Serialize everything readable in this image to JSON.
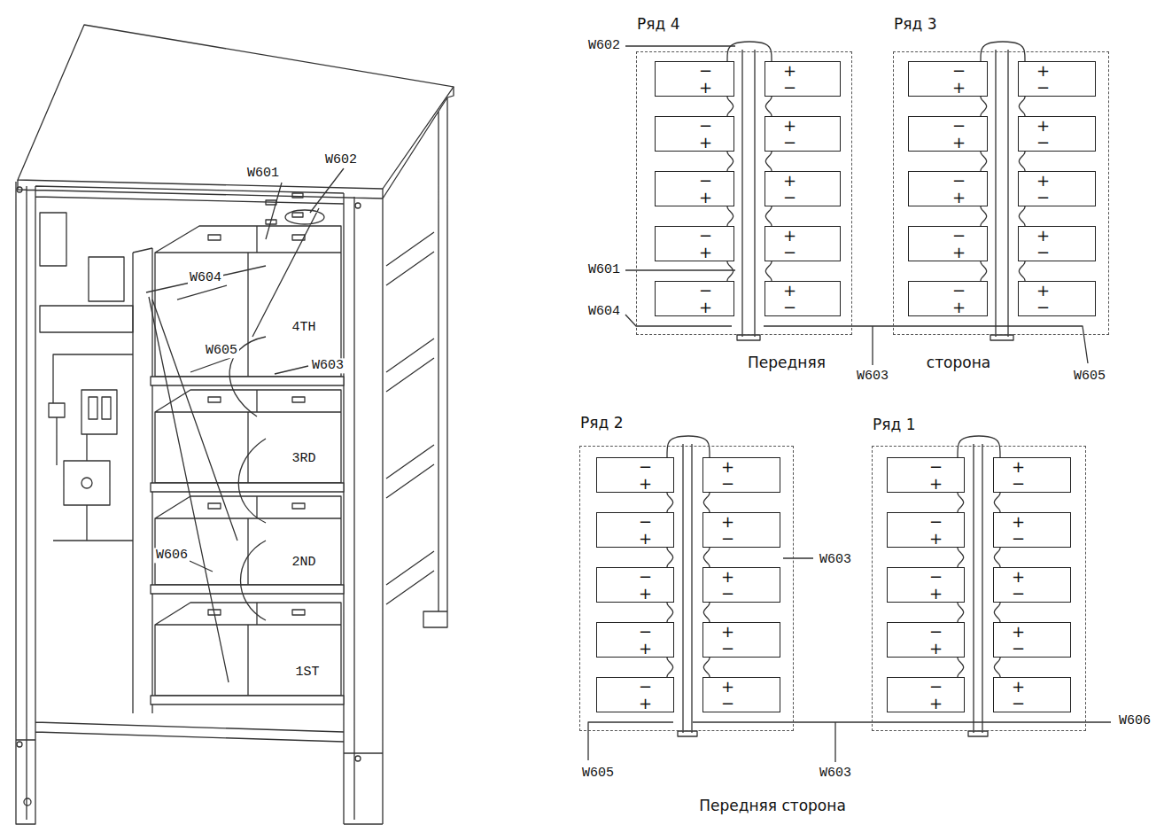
{
  "diagram": {
    "nodes": [
      {
        "text": [
          "Ряд 4"
        ]
      },
      {
        "text": [
          "−",
          "+"
        ],
        "in": 0
      },
      {
        "text": [
          "+",
          "−"
        ],
        "in": 0
      },
      {
        "text": [
          "−",
          "+"
        ],
        "in": 0
      },
      {
        "text": [
          "+",
          "−"
        ],
        "in": 0
      },
      {
        "text": [
          "−",
          "+"
        ],
        "in": 0
      },
      {
        "text": [
          "+",
          "−"
        ],
        "in": 0
      },
      {
        "text": [
          "−",
          "+"
        ],
        "in": 0
      },
      {
        "text": [
          "+",
          "−"
        ],
        "in": 0
      },
      {
        "text": [
          "−",
          "+"
        ],
        "in": 0
      },
      {
        "text": [
          "+",
          "−"
        ],
        "in": 0
      },
      {
        "text": [
          "Ряд 3"
        ]
      },
      {
        "text": [
          "−",
          "+"
        ],
        "in": 11
      },
      {
        "text": [
          "+",
          "−"
        ],
        "in": 11
      },
      {
        "text": [
          "−",
          "+"
        ],
        "in": 11
      },
      {
        "text": [
          "+",
          "−"
        ],
        "in": 11
      },
      {
        "text": [
          "−",
          "+"
        ],
        "in": 11
      },
      {
        "text": [
          "+",
          "−"
        ],
        "in": 11
      },
      {
        "text": [
          "−",
          "+"
        ],
        "in": 11
      },
      {
        "text": [
          "+",
          "−"
        ],
        "in": 11
      },
      {
        "text": [
          "−",
          "+"
        ],
        "in": 11
      },
      {
        "text": [
          "+",
          "−"
        ],
        "in": 11
      },
      {
        "text": [
          "Ряд 2"
        ]
      },
      {
        "text": [
          "−",
          "+"
        ],
        "in": 22
      },
      {
        "text": [
          "+",
          "−"
        ],
        "in": 22
      },
      {
        "text": [
          "−",
          "+"
        ],
        "in": 22
      },
      {
        "text": [
          "+",
          "−"
        ],
        "in": 22
      },
      {
        "text": [
          "−",
          "+"
        ],
        "in": 22
      },
      {
        "text": [
          "+",
          "−"
        ],
        "in": 22
      },
      {
        "text": [
          "−",
          "+"
        ],
        "in": 22
      },
      {
        "text": [
          "+",
          "−"
        ],
        "in": 22
      },
      {
        "text": [
          "−",
          "+"
        ],
        "in": 22
      },
      {
        "text": [
          "+",
          "−"
        ],
        "in": 22
      },
      {
        "text": [
          "Ряд 1"
        ]
      },
      {
        "text": [
          "−",
          "+"
        ],
        "in": 33
      },
      {
        "text": [
          "+",
          "−"
        ],
        "in": 33
      },
      {
        "text": [
          "−",
          "+"
        ],
        "in": 33
      },
      {
        "text": [
          "+",
          "−"
        ],
        "in": 33
      },
      {
        "text": [
          "−",
          "+"
        ],
        "in": 33
      },
      {
        "text": [
          "+",
          "−"
        ],
        "in": 33
      },
      {
        "text": [
          "−",
          "+"
        ],
        "in": 33
      },
      {
        "text": [
          "+",
          "−"
        ],
        "in": 33
      },
      {
        "text": [
          "−",
          "+"
        ],
        "in": 33
      },
      {
        "text": [
          "+",
          "−"
        ],
        "in": 33
      }
    ],
    "edges": [
      {
        "from": 1,
        "to": 2,
        "arrow": "none"
      },
      {
        "from": 1,
        "to": 3,
        "arrow": "none"
      },
      {
        "from": 3,
        "to": 5,
        "arrow": "none"
      },
      {
        "from": 5,
        "to": 7,
        "arrow": "none"
      },
      {
        "from": 7,
        "to": 9,
        "arrow": "none"
      },
      {
        "from": 2,
        "to": 4,
        "arrow": "none"
      },
      {
        "from": 4,
        "to": 6,
        "arrow": "none"
      },
      {
        "from": 6,
        "to": 8,
        "arrow": "none"
      },
      {
        "from": 8,
        "to": 10,
        "arrow": "none"
      },
      {
        "from": 12,
        "to": 13,
        "arrow": "none"
      },
      {
        "from": 12,
        "to": 14,
        "arrow": "none"
      },
      {
        "from": 14,
        "to": 16,
        "arrow": "none"
      },
      {
        "from": 16,
        "to": 18,
        "arrow": "none"
      },
      {
        "from": 18,
        "to": 20,
        "arrow": "none"
      },
      {
        "from": 13,
        "to": 15,
        "arrow": "none"
      },
      {
        "from": 15,
        "to": 17,
        "arrow": "none"
      },
      {
        "from": 17,
        "to": 19,
        "arrow": "none"
      },
      {
        "from": 19,
        "to": 21,
        "arrow": "none"
      },
      {
        "from": 23,
        "to": 24,
        "arrow": "none"
      },
      {
        "from": 23,
        "to": 25,
        "arrow": "none"
      },
      {
        "from": 25,
        "to": 27,
        "arrow": "none"
      },
      {
        "from": 27,
        "to": 29,
        "arrow": "none"
      },
      {
        "from": 29,
        "to": 31,
        "arrow": "none"
      },
      {
        "from": 24,
        "to": 26,
        "arrow": "none"
      },
      {
        "from": 26,
        "to": 28,
        "arrow": "none"
      },
      {
        "from": 28,
        "to": 30,
        "arrow": "none"
      },
      {
        "from": 30,
        "to": 32,
        "arrow": "none"
      },
      {
        "from": 34,
        "to": 35,
        "arrow": "none"
      },
      {
        "from": 34,
        "to": 36,
        "arrow": "none"
      },
      {
        "from": 36,
        "to": 38,
        "arrow": "none"
      },
      {
        "from": 38,
        "to": 40,
        "arrow": "none"
      },
      {
        "from": 40,
        "to": 42,
        "arrow": "none"
      },
      {
        "from": 35,
        "to": 37,
        "arrow": "none"
      },
      {
        "from": 37,
        "to": 39,
        "arrow": "none"
      },
      {
        "from": 39,
        "to": 41,
        "arrow": "none"
      },
      {
        "from": 41,
        "to": 43,
        "arrow": "none"
      }
    ],
    "labels": [
      "W601",
      "W602",
      "W604",
      "4TH",
      "W605",
      "W603",
      "3RD",
      "W606",
      "2ND",
      "1ST",
      "W602",
      "W601",
      "W604",
      "Передняя",
      "W603",
      "сторона",
      "W605",
      "W603",
      "W605",
      "W603",
      "W606",
      "Передняя сторона"
    ]
  }
}
